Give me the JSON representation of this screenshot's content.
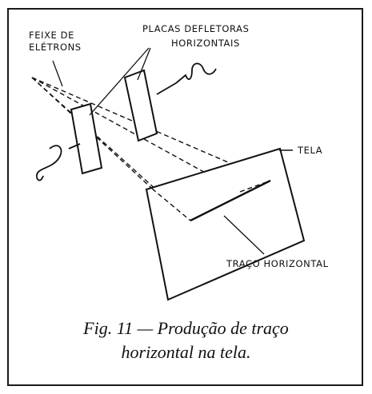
{
  "labels": {
    "feixe_line1": "FEIXE DE",
    "feixe_line2": "ELÉTRONS",
    "placas_line1": "PLACAS DEFLETORAS",
    "placas_line2": "HORIZONTAIS",
    "tela": "TELA",
    "traco": "TRAÇO HORIZONTAL"
  },
  "caption": {
    "line1": "Fig. 11 — Produção de traço",
    "line2": "horizontal na tela."
  },
  "colors": {
    "ink": "#111111",
    "background": "#ffffff"
  }
}
